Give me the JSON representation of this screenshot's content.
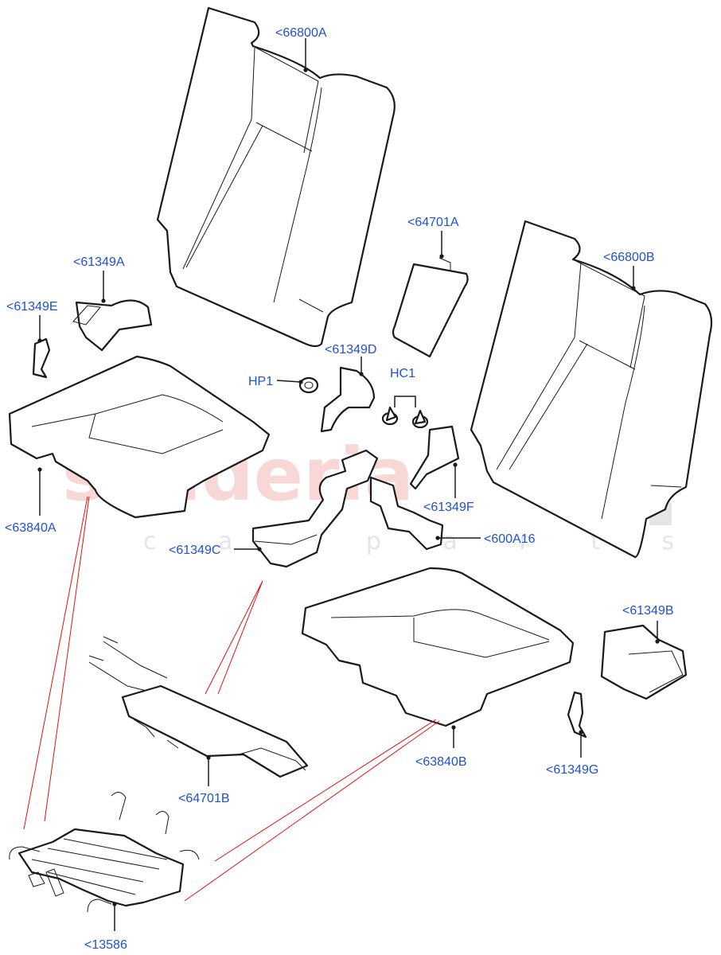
{
  "watermark": {
    "main": "scuderia",
    "sub": "c a r   p a r t s"
  },
  "callouts": {
    "c66800A": "<66800A",
    "c66800B": "<66800B",
    "c64701A": "<64701A",
    "c61349A": "<61349A",
    "c61349E": "<61349E",
    "c61349D": "<61349D",
    "cHP1": "HP1",
    "cHC1": "HC1",
    "c61349F": "<61349F",
    "c600A16": "<600A16",
    "c63840A": "<63840A",
    "c61349C": "<61349C",
    "c61349B": "<61349B",
    "c63840B": "<63840B",
    "c61349G": "<61349G",
    "c64701B": "<64701B",
    "c13586": "<13586"
  },
  "colors": {
    "callout_text": "#1f4fd6",
    "reference_lines": "#e01010",
    "watermark": "#f4b8b8"
  }
}
